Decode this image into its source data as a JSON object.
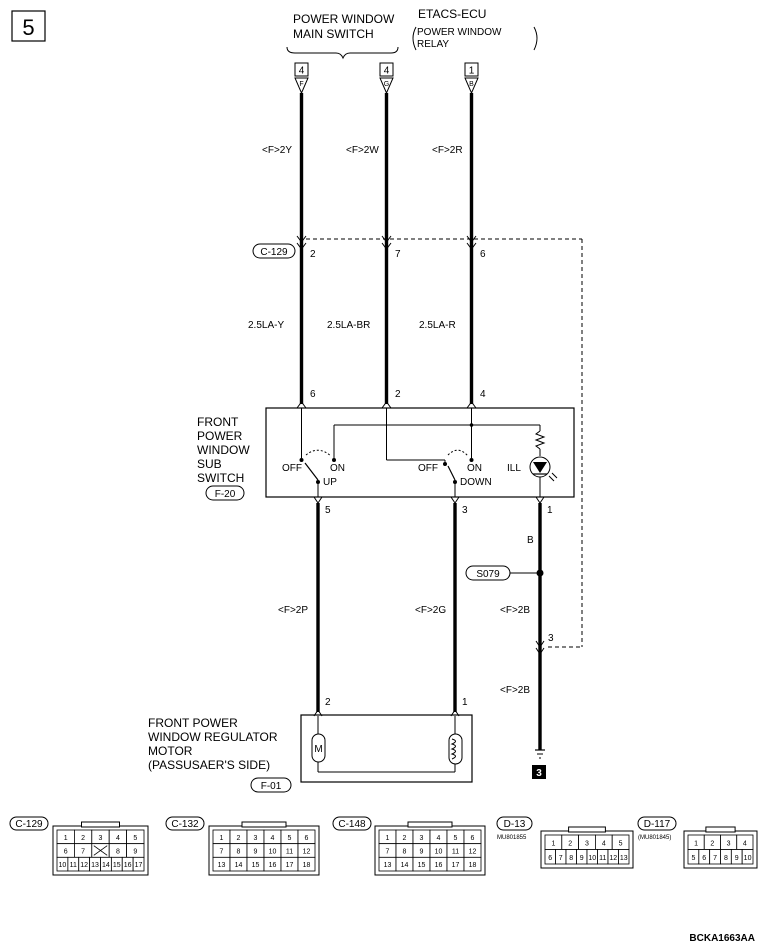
{
  "page": {
    "number": "5",
    "drawing_code": "BCKA1663AA"
  },
  "top_components": {
    "main_switch": [
      "POWER WINDOW",
      "MAIN SWITCH"
    ],
    "etacs": [
      "ETACS-ECU",
      "POWER WINDOW",
      "RELAY"
    ],
    "pins": [
      {
        "num": "4",
        "letter": "F"
      },
      {
        "num": "4",
        "letter": "G"
      },
      {
        "num": "1",
        "letter": "B"
      }
    ]
  },
  "wires_top": [
    "<F>2Y",
    "<F>2W",
    "<F>2R"
  ],
  "connector_c129": {
    "label": "C-129",
    "pins": [
      "2",
      "7",
      "6"
    ]
  },
  "wire_specs": [
    "2.5LA-Y",
    "2.5LA-BR",
    "2.5LA-R"
  ],
  "sub_switch": {
    "label": [
      "FRONT",
      "POWER",
      "WINDOW",
      "SUB",
      "SWITCH"
    ],
    "connector": "F-20",
    "top_pins": [
      "6",
      "2",
      "4"
    ],
    "bottom_pins": [
      "5",
      "3",
      "1"
    ],
    "sw_off": "OFF",
    "sw_on": "ON",
    "up": "UP",
    "down": "DOWN",
    "ill": "ILL"
  },
  "lower": {
    "wire_b": "B",
    "splice": "S079",
    "wires": [
      "<F>2P",
      "<F>2G",
      "<F>2B",
      "<F>2B"
    ],
    "c129_pin": "3",
    "ground_ref": "3"
  },
  "motor": {
    "label": [
      "FRONT POWER",
      "WINDOW REGULATOR",
      "MOTOR",
      "(PASSUSAER'S SIDE)"
    ],
    "connector": "F-01",
    "pins": [
      "2",
      "1"
    ]
  },
  "connector_views": [
    {
      "label": "C-129",
      "part": "",
      "rows": [
        [
          "1",
          "2",
          "3",
          "4",
          "5"
        ],
        [
          "6",
          "7",
          "",
          "8",
          "9"
        ],
        [
          "10",
          "11",
          "12",
          "13",
          "14",
          "15",
          "16",
          "17"
        ]
      ]
    },
    {
      "label": "C-132",
      "part": "",
      "rows": [
        [
          "1",
          "2",
          "3",
          "4",
          "5",
          "6"
        ],
        [
          "7",
          "8",
          "9",
          "10",
          "11",
          "12"
        ],
        [
          "13",
          "14",
          "15",
          "16",
          "17",
          "18"
        ]
      ]
    },
    {
      "label": "C-148",
      "part": "",
      "rows": [
        [
          "1",
          "2",
          "3",
          "4",
          "5",
          "6"
        ],
        [
          "7",
          "8",
          "9",
          "10",
          "11",
          "12"
        ],
        [
          "13",
          "14",
          "15",
          "16",
          "17",
          "18"
        ]
      ]
    },
    {
      "label": "D-13",
      "part": "MU801855",
      "rows": [
        [
          "1",
          "2",
          "3",
          "4",
          "5"
        ],
        [
          "6",
          "7",
          "8",
          "9",
          "10",
          "11",
          "12",
          "13"
        ]
      ]
    },
    {
      "label": "D-117",
      "part": "(MU801845)",
      "rows": [
        [
          "1",
          "2",
          "3",
          "4"
        ],
        [
          "5",
          "6",
          "7",
          "8",
          "9",
          "10"
        ]
      ]
    }
  ]
}
